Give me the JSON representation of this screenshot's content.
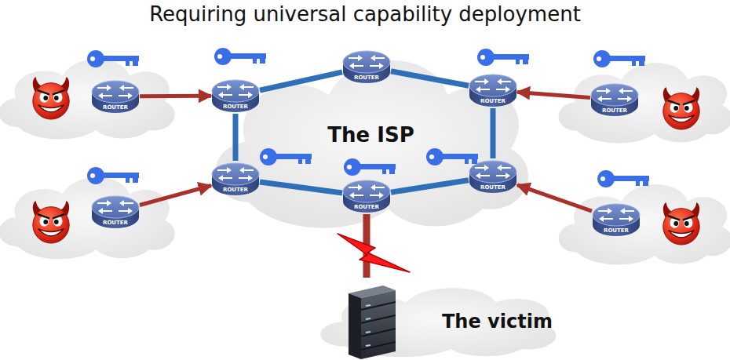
{
  "diagram": {
    "title": "Requiring universal capability deployment",
    "nodes": [
      {
        "text": [
          "The ISP"
        ]
      },
      {
        "text": [
          "ROUTER"
        ],
        "in": 0
      },
      {
        "text": [
          "ROUTER"
        ],
        "in": 0
      },
      {
        "text": [
          "ROUTER"
        ],
        "in": 0
      },
      {
        "text": [
          "ROUTER"
        ],
        "in": 0
      },
      {
        "text": [
          "ROUTER"
        ],
        "in": 0
      },
      {
        "text": [
          "ROUTER"
        ],
        "in": 0
      },
      {
        "text": [
          "ROUTER"
        ]
      },
      {
        "text": [
          "ROUTER"
        ]
      },
      {
        "text": [
          "ROUTER"
        ]
      },
      {
        "text": [
          "ROUTER"
        ]
      },
      {
        "text": [
          "The victim"
        ]
      }
    ],
    "edges": [
      {
        "from": 1,
        "to": 2,
        "arrow": "none"
      },
      {
        "from": 2,
        "to": 3,
        "arrow": "none"
      },
      {
        "from": 3,
        "to": 6,
        "arrow": "none"
      },
      {
        "from": 6,
        "to": 5,
        "arrow": "none"
      },
      {
        "from": 5,
        "to": 4,
        "arrow": "none"
      },
      {
        "from": 4,
        "to": 1,
        "arrow": "none"
      },
      {
        "from": 7,
        "to": 1,
        "arrow": "to"
      },
      {
        "from": 8,
        "to": 3,
        "arrow": "to"
      },
      {
        "from": 9,
        "to": 4,
        "arrow": "to"
      },
      {
        "from": 10,
        "to": 6,
        "arrow": "to"
      },
      {
        "from": 5,
        "to": 11,
        "arrow": "none"
      }
    ]
  }
}
